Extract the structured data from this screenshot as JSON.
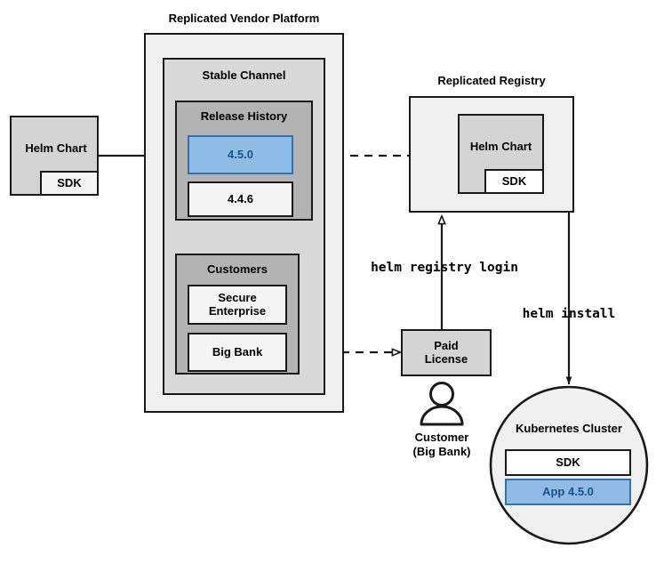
{
  "diagram": {
    "title": "Replicated vendor distribution flow",
    "colors": {
      "outer_fill": "#f0f0f0",
      "mid_fill": "#d9d9d9",
      "inner_fill": "#b3b3b3",
      "box_fill": "#f4f4f4",
      "gray_fill": "#d4d4d4",
      "accent_blue_fill": "#8fbce4",
      "accent_blue_border": "#2f72b4",
      "accent_blue_text": "#19508c",
      "stroke": "#1a1a1a"
    }
  },
  "source": {
    "helm_chart_label": "Helm Chart",
    "sdk_label": "SDK"
  },
  "platform": {
    "title": "Replicated Vendor Platform",
    "channel": {
      "title": "Stable Channel",
      "release_history": {
        "title": "Release History",
        "releases": [
          {
            "version": "4.5.0",
            "highlighted": true
          },
          {
            "version": "4.4.6",
            "highlighted": false
          }
        ]
      },
      "customers": {
        "title": "Customers",
        "entries": [
          {
            "name": "Secure\nEnterprise"
          },
          {
            "name": "Big Bank"
          }
        ]
      }
    }
  },
  "registry": {
    "title": "Replicated Registry",
    "helm_chart_label": "Helm Chart",
    "sdk_label": "SDK"
  },
  "license": {
    "label": "Paid\nLicense"
  },
  "customer_actor": {
    "line1": "Customer",
    "line2": "(Big Bank)",
    "icon": "person-icon"
  },
  "cluster": {
    "title": "Kubernetes Cluster",
    "components": [
      {
        "label": "SDK",
        "highlighted": false
      },
      {
        "label": "App 4.5.0",
        "highlighted": true
      }
    ]
  },
  "commands": {
    "registry_login": "helm registry login",
    "install": "helm install"
  },
  "connectors": [
    {
      "name": "chart-to-release",
      "style": "solid",
      "from": "Helm Chart",
      "to": "4.5.0"
    },
    {
      "name": "release-to-registry",
      "style": "dashed",
      "from": "4.5.0",
      "to": "Registry Helm Chart"
    },
    {
      "name": "bigbank-to-license",
      "style": "dashed",
      "from": "Big Bank",
      "to": "Paid License"
    },
    {
      "name": "license-to-registry",
      "style": "solid",
      "from": "Paid License",
      "to": "Replicated Registry"
    },
    {
      "name": "registry-to-cluster",
      "style": "solid",
      "from": "Replicated Registry",
      "to": "Kubernetes Cluster"
    }
  ]
}
